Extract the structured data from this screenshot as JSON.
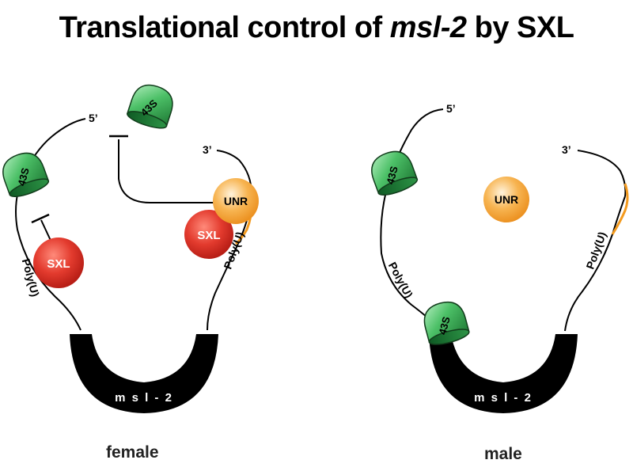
{
  "title": {
    "prefix": "Translational control of ",
    "gene": "msl-2",
    "suffix": " by SXL"
  },
  "female": {
    "label": "female",
    "five_prime": "5’",
    "three_prime": "3’",
    "ribosome_left": "43S",
    "ribosome_blocked": "43S",
    "sxl_left": "SXL",
    "sxl_right": "SXL",
    "unr": "UNR",
    "polyu_left": "Poly(U)",
    "polyu_right": "Poly(U)",
    "mrna": "m s l - 2"
  },
  "male": {
    "label": "male",
    "five_prime": "5’",
    "three_prime": "3’",
    "ribosome_upper": "43S",
    "ribosome_lower": "43S",
    "unr": "UNR",
    "polyu_left": "Poly(U)",
    "polyu_right": "Poly(U)",
    "mrna": "m s l - 2"
  },
  "colors": {
    "ribosome": "#3fae5a",
    "sxl": "#e33b2e",
    "unr": "#f5a030",
    "mrna": "#000000",
    "utr_orange": "#f39a1e"
  }
}
